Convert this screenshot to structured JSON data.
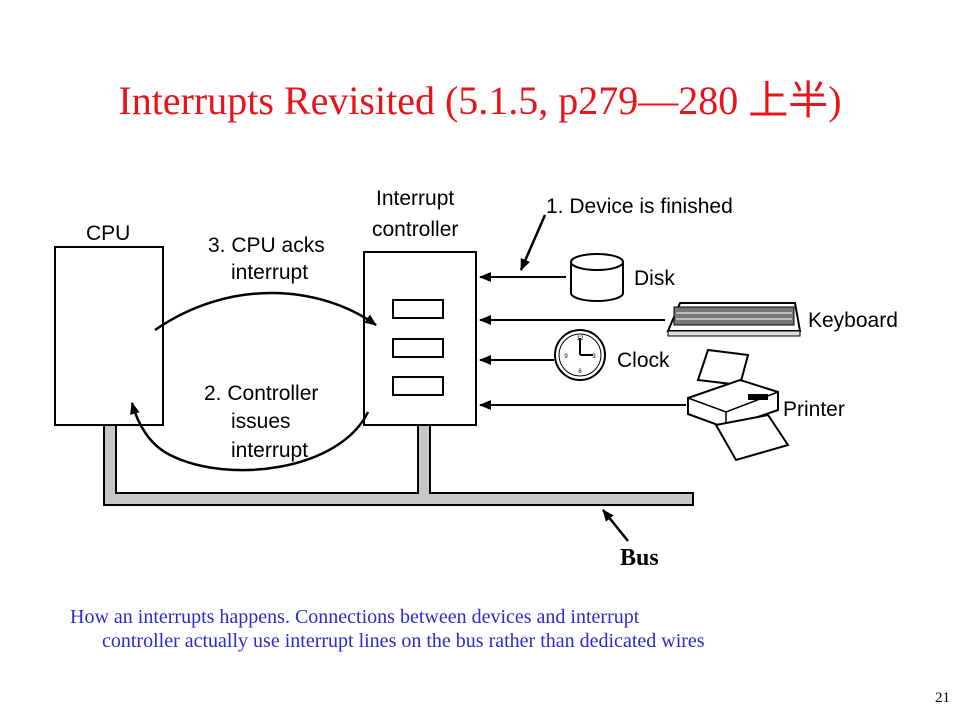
{
  "title": "Interrupts Revisited (5.1.5, p279—280 上半)",
  "diagram": {
    "cpu_label": "CPU",
    "controller_label_1": "Interrupt",
    "controller_label_2": "controller",
    "step1": "1. Device is finished",
    "step2_1": "2. Controller",
    "step2_2": "issues",
    "step2_3": "interrupt",
    "step3_1": "3. CPU acks",
    "step3_2": "interrupt",
    "devices": {
      "disk": "Disk",
      "keyboard": "Keyboard",
      "clock": "Clock",
      "printer": "Printer"
    },
    "bus_label": "Bus"
  },
  "caption": {
    "line1": "How an interrupts happens. Connections between devices and interrupt",
    "line2": "controller actually use interrupt lines on the bus rather than dedicated wires"
  },
  "page_number": "21"
}
